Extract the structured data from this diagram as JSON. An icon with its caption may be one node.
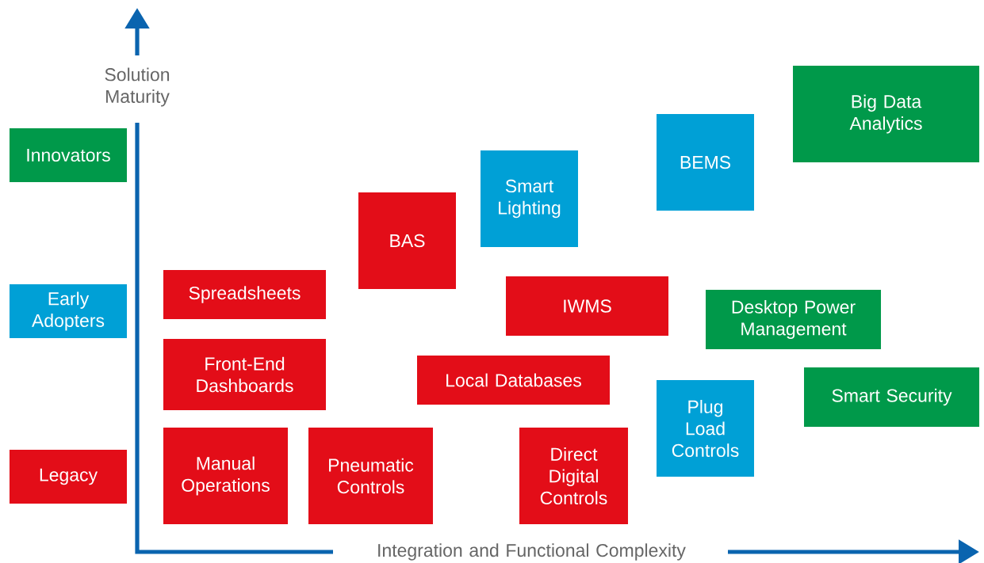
{
  "diagram": {
    "nodes": [
      {
        "text": [
          "Big Data Analytics"
        ]
      },
      {
        "text": [
          "BEMS"
        ]
      },
      {
        "text": [
          "Innovators"
        ]
      },
      {
        "text": [
          "Smart Lighting"
        ]
      },
      {
        "text": [
          "BAS"
        ]
      },
      {
        "text": [
          "Spreadsheets"
        ]
      },
      {
        "text": [
          "IWMS"
        ]
      },
      {
        "text": [
          "Early Adopters"
        ]
      },
      {
        "text": [
          "Desktop Power Management"
        ]
      },
      {
        "text": [
          "Front-End Dashboards"
        ]
      },
      {
        "text": [
          "Local Databases"
        ]
      },
      {
        "text": [
          "Smart Security"
        ]
      },
      {
        "text": [
          "Plug Load Controls"
        ]
      },
      {
        "text": [
          "Legacy"
        ]
      },
      {
        "text": [
          "Manual Operations"
        ]
      },
      {
        "text": [
          "Pneumatic Controls"
        ]
      },
      {
        "text": [
          "Direct Digital Controls"
        ]
      }
    ],
    "labels": [
      "Solution Maturity",
      "Integration and Functional Complexity"
    ]
  }
}
